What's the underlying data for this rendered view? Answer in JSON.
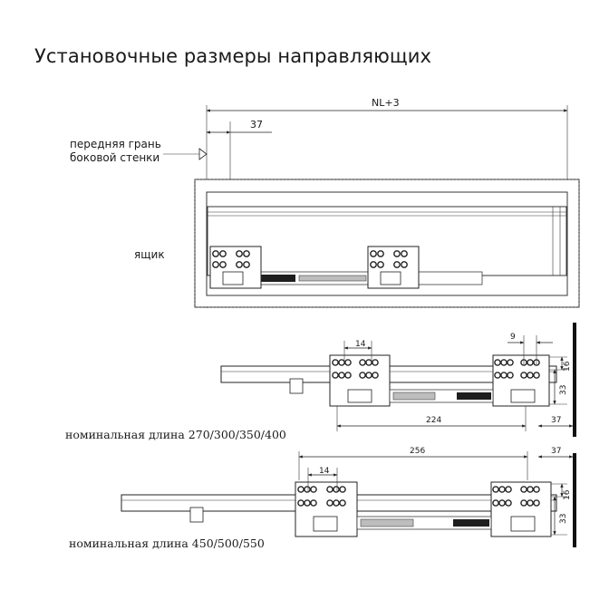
{
  "title": "Установочные размеры направляющих",
  "labels": {
    "front_edge": "передняя грань\nбоковой стенки",
    "box": "ящик",
    "range_short": "номинальная длина 270/300/350/400",
    "range_long": "номинальная длина 450/500/550"
  },
  "dimensions": {
    "top_total": "NL+3",
    "top_offset": "37",
    "short_hole_pitch": "14",
    "short_right_gap": "9",
    "short_height_small": "16",
    "short_height_large": "33",
    "short_span": "224",
    "short_back_offset": "37",
    "long_hole_pitch": "14",
    "long_span": "256",
    "long_back_offset": "37",
    "long_height_small": "16",
    "long_height_large": "33"
  },
  "colors": {
    "line": "#222222",
    "wall": "#111111",
    "rail_grey": "#bdbdbd"
  }
}
